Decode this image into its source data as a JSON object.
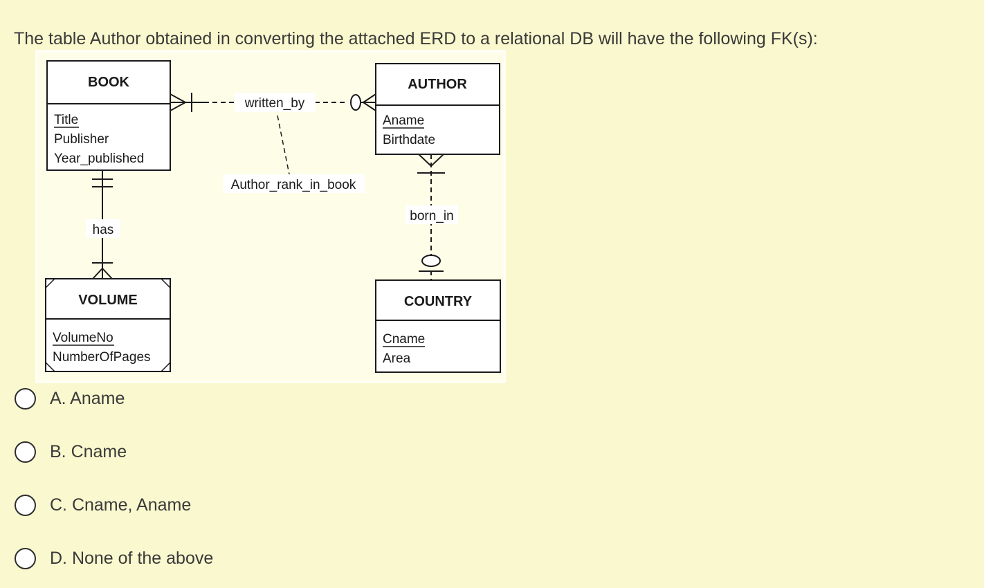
{
  "question": {
    "text": "The table Author obtained in converting the attached ERD to a relational DB will have the following FK(s):"
  },
  "erd": {
    "entities": [
      {
        "name": "BOOK",
        "attributes": [
          "Title",
          "Publisher",
          "Year_published"
        ],
        "primary_key": "Title"
      },
      {
        "name": "AUTHOR",
        "attributes": [
          "Aname",
          "Birthdate"
        ],
        "primary_key": "Aname"
      },
      {
        "name": "VOLUME",
        "attributes": [
          "VolumeNo",
          "NumberOfPages"
        ],
        "primary_key": "VolumeNo",
        "weak_entity": true
      },
      {
        "name": "COUNTRY",
        "attributes": [
          "Cname",
          "Area"
        ],
        "primary_key": "Cname"
      }
    ],
    "relationships": [
      {
        "label": "written_by",
        "between": "BOOK-AUTHOR",
        "attribute_label": "Author_rank_in_book",
        "book_end": "crow's foot + bar",
        "author_end": "circle + crow's foot",
        "line_style": "dashed"
      },
      {
        "label": "has",
        "between": "BOOK-VOLUME",
        "book_end": "double bar",
        "volume_end": "bar + crow's foot",
        "line_style": "solid"
      },
      {
        "label": "born_in",
        "between": "AUTHOR-COUNTRY",
        "author_end": "crow's foot + bar",
        "country_end": "circle + bar",
        "line_style": "dashed"
      }
    ]
  },
  "options": [
    {
      "letter": "A",
      "label": "A. Aname"
    },
    {
      "letter": "B",
      "label": "B. Cname"
    },
    {
      "letter": "C",
      "label": "C. Cname, Aname"
    },
    {
      "letter": "D",
      "label": "D. None of the above"
    }
  ],
  "colors": {
    "page_background": "#FAF8CE",
    "diagram_background": "#FEFDE8",
    "diagram_border": "#FFFEF4",
    "body_text": "#3A3A3A",
    "erd_ink": "#1A1A1A",
    "entity_fill": "#FFFFFF"
  }
}
